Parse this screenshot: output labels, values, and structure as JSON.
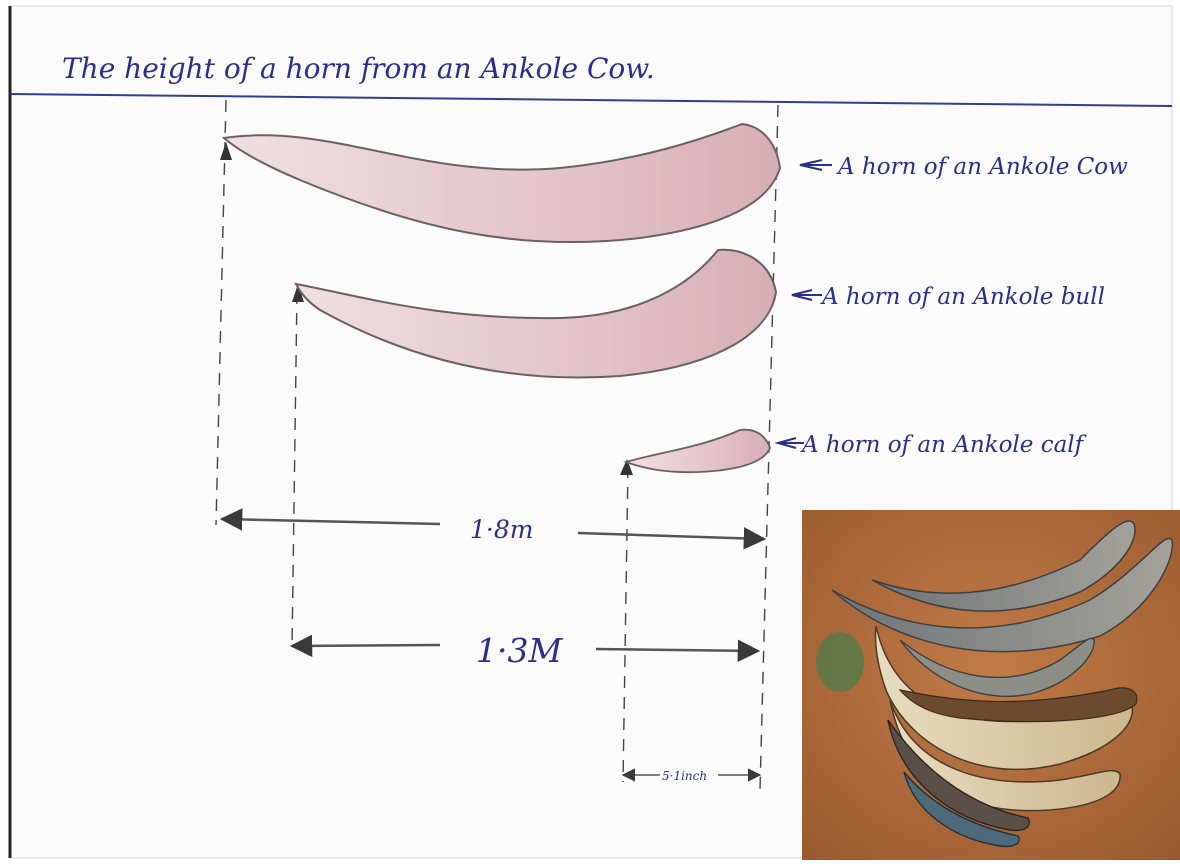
{
  "title": "The height of a horn from an Ankole Cow.",
  "labels": {
    "cow": "A horn of an Ankole Cow",
    "bull": "A horn of an Ankole bull",
    "calf": "A horn of an Ankole calf"
  },
  "measurements": {
    "cow": "1·8m",
    "bull": "1·3M",
    "calf": "5·1inch"
  },
  "colors": {
    "ink": "#2b2f8c",
    "horn_fill": "#e4c8ce",
    "horn_outline": "#6a6066",
    "ruled_line": "#2f3f8f",
    "photo_ground": "#b5703f"
  }
}
